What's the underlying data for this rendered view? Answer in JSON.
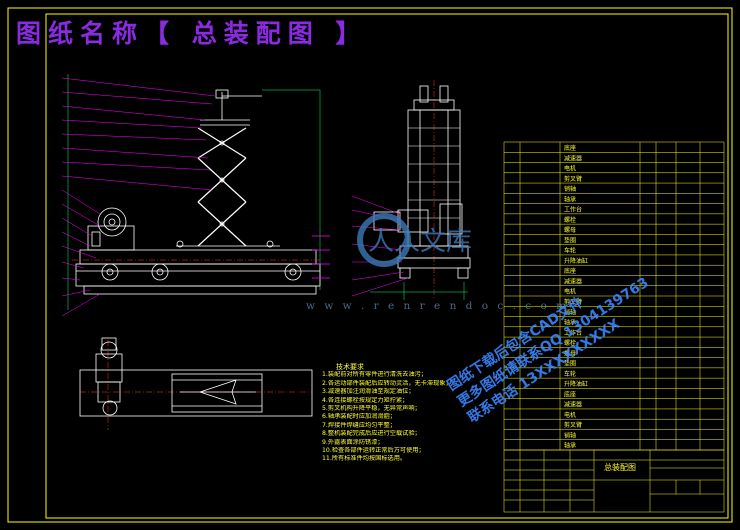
{
  "title": "图纸名称【 总装配图 】",
  "notes": {
    "heading": "技术要求",
    "items": [
      "1.装配前对所有零件进行清洗去油污；",
      "2.各运动部件装配后应转动灵活，无卡滞现象；",
      "3.减速器加注润滑油至规定油位；",
      "4.各连接螺栓按规定力矩拧紧；",
      "5.剪叉机构升降平稳，无异常声响；",
      "6.轴承装配时应加润滑脂；",
      "7.焊接件焊缝应均匀平整；",
      "8.整机装配完成后应进行空载试验；",
      "9.外露表面涂防锈漆；",
      "10.检查各部件运转正常后方可使用；",
      "11.所有标准件均按国标选用。"
    ]
  },
  "watermark": {
    "logo": "人人文库",
    "site": "w w w . r e n r e n d o c . c o m",
    "lines": [
      "图纸下载后包含CAD文件",
      "更多图纸请联系QQ 1304139763",
      "联系电话 13XXXXXXXXX"
    ]
  },
  "title_block": {
    "drawing_name": "总装配图"
  },
  "bom": {
    "rows": 30,
    "sample": [
      "底座",
      "减速器",
      "电机",
      "剪叉臂",
      "销轴",
      "轴承",
      "工作台",
      "螺栓",
      "螺母",
      "垫圈",
      "车轮",
      "升降油缸"
    ]
  },
  "colors": {
    "frame": "#ffff00",
    "line": "#ffffff",
    "center": "#ff3030",
    "leader": "#ff00ff",
    "dim": "#00ff66"
  }
}
